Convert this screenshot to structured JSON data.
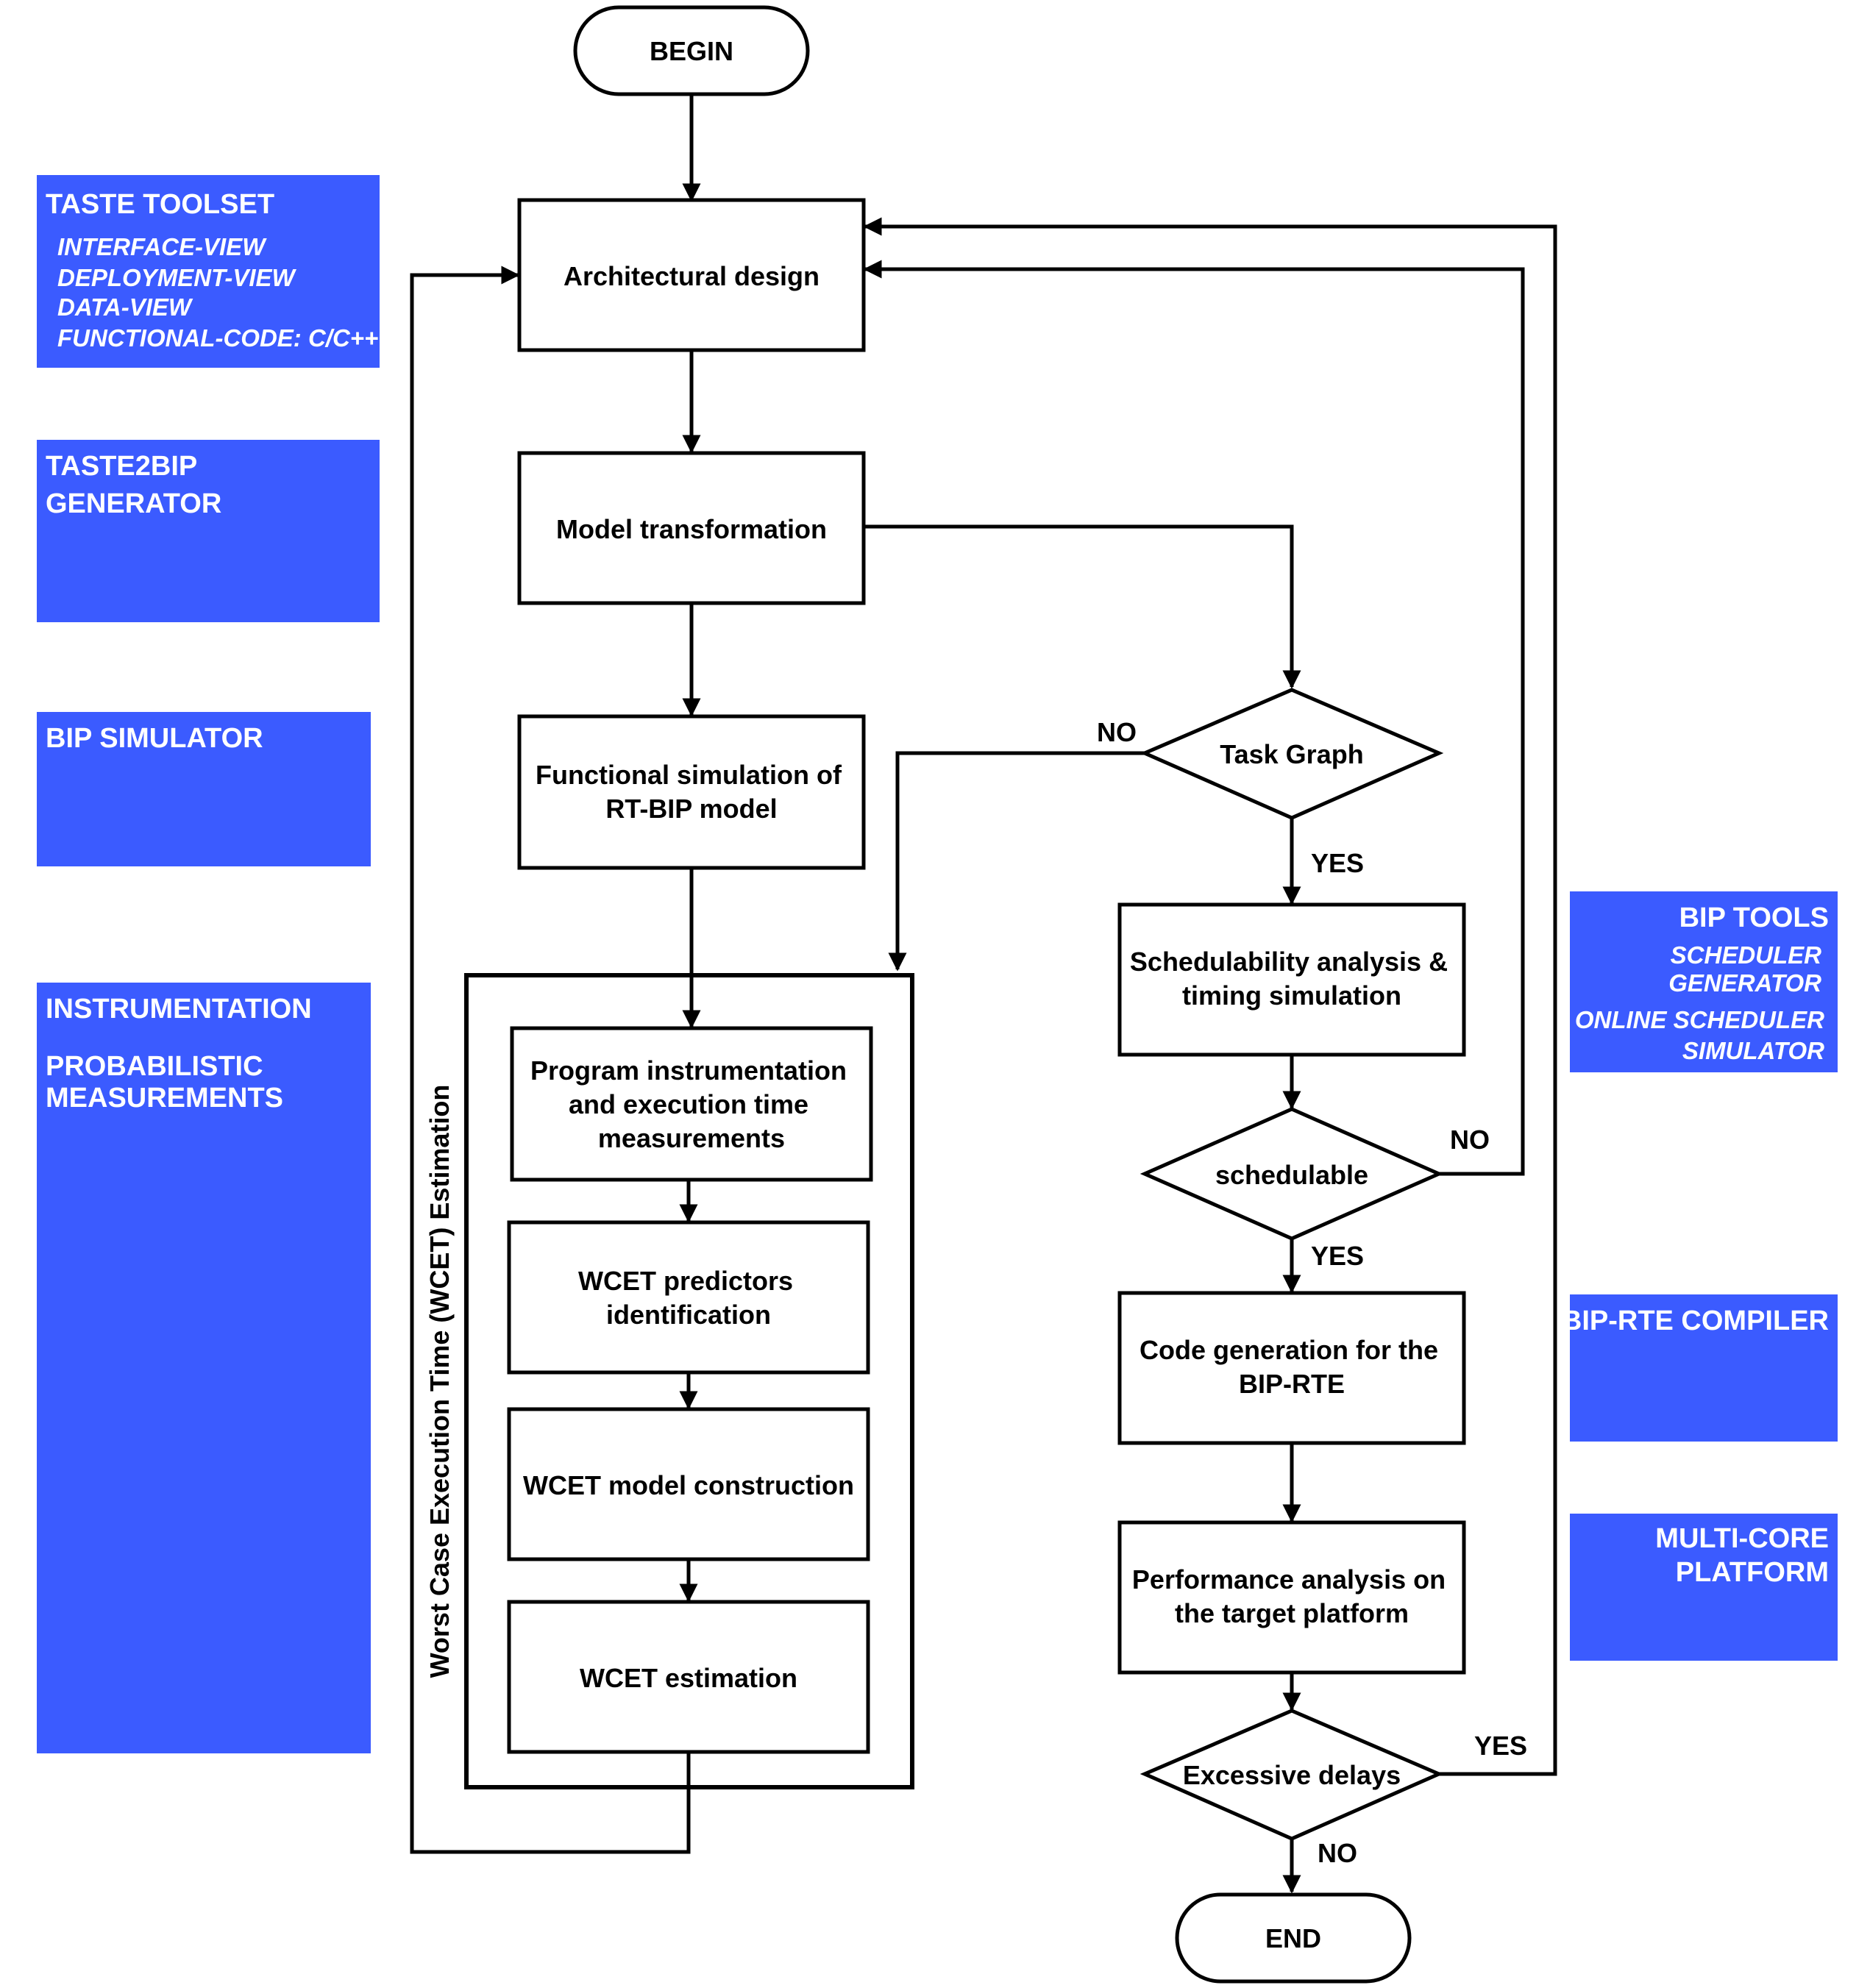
{
  "panels": {
    "taste_toolset": {
      "title": "TASTE TOOLSET",
      "items": [
        "INTERFACE-VIEW",
        "DEPLOYMENT-VIEW",
        "DATA-VIEW",
        "FUNCTIONAL-CODE: C/C++"
      ]
    },
    "taste2bip": {
      "title_lines": [
        "TASTE2BIP",
        "GENERATOR"
      ]
    },
    "bip_simulator": {
      "title": "BIP SIMULATOR"
    },
    "instrumentation": {
      "title": "INSTRUMENTATION",
      "sub_lines": [
        "PROBABILISTIC",
        "MEASUREMENTS"
      ]
    },
    "bip_tools": {
      "title": "BIP TOOLS",
      "items": [
        "SCHEDULER",
        "GENERATOR",
        "ONLINE SCHEDULER",
        "SIMULATOR"
      ]
    },
    "bip_rte_compiler": {
      "title": "BIP-RTE COMPILER"
    },
    "multicore": {
      "title_lines": [
        "MULTI-CORE",
        "PLATFORM"
      ]
    }
  },
  "nodes": {
    "begin": "BEGIN",
    "architectural_design": "Architectural design",
    "model_transformation": "Model transformation",
    "functional_simulation": [
      "Functional simulation of",
      "RT-BIP model"
    ],
    "program_instrumentation": [
      "Program instrumentation",
      "and execution time",
      "measurements"
    ],
    "wcet_predictors": [
      "WCET predictors",
      "identification"
    ],
    "wcet_model": "WCET model construction",
    "wcet_estimation": "WCET estimation",
    "task_graph": "Task Graph",
    "schedulability": [
      "Schedulability analysis &",
      "timing simulation"
    ],
    "schedulable": "schedulable",
    "code_generation": [
      "Code generation for the",
      "BIP-RTE"
    ],
    "performance": [
      "Performance analysis on",
      "the target platform"
    ],
    "excessive_delays": "Excessive delays",
    "end": "END"
  },
  "group_label": "Worst Case Execution Time (WCET) Estimation",
  "edge_labels": {
    "task_graph_no": "NO",
    "task_graph_yes": "YES",
    "schedulable_no": "NO",
    "schedulable_yes": "YES",
    "delays_yes": "YES",
    "delays_no": "NO"
  },
  "colors": {
    "panel": "#3b5bff",
    "panel_shadow": "#1e3bd6",
    "line": "#000000"
  }
}
